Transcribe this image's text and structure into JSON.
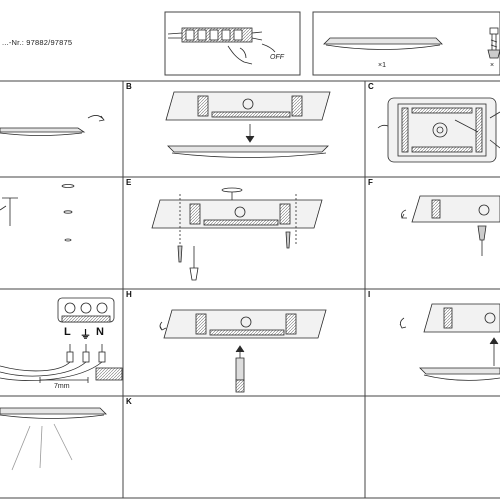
{
  "header": {
    "article_number": "...-Nr.: 97882/97875",
    "power_off_label": "OFF",
    "parts": [
      {
        "name": "ceiling-lamp",
        "quantity": "×1"
      },
      {
        "name": "screw-plug",
        "quantity": "×"
      }
    ]
  },
  "steps": [
    {
      "label": "B"
    },
    {
      "label": "C"
    },
    {
      "label": "E"
    },
    {
      "label": "F"
    },
    {
      "label": "H"
    },
    {
      "label": "I"
    },
    {
      "label": "K"
    }
  ],
  "wiring": {
    "terminals": [
      "L",
      "⏚",
      "N"
    ],
    "strip_length": "7mm"
  },
  "colors": {
    "line": "#2a2a2a",
    "grid": "#444444",
    "shade": "#bdbdbd"
  }
}
